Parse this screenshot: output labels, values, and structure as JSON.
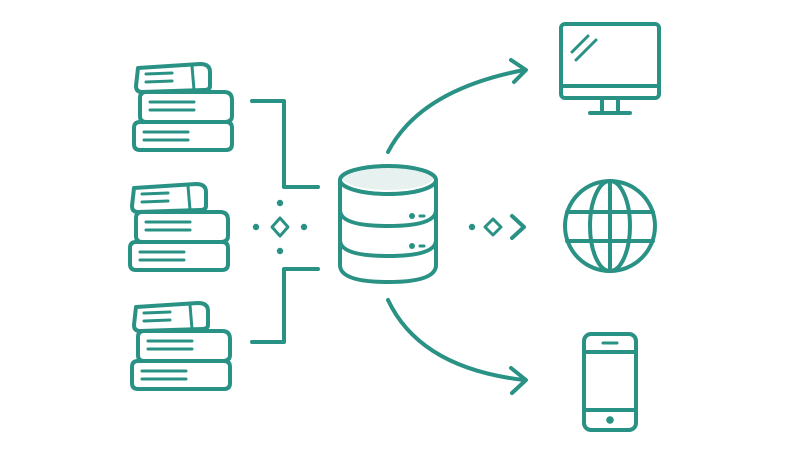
{
  "colors": {
    "accent": "#2a9285",
    "background": "#ffffff",
    "highlight": "#e7f1ef"
  },
  "sources": [
    {
      "icon": "book-stack-icon"
    },
    {
      "icon": "book-stack-icon"
    },
    {
      "icon": "book-stack-icon"
    }
  ],
  "hub": {
    "icon": "database-icon"
  },
  "targets": [
    {
      "icon": "desktop-monitor-icon"
    },
    {
      "icon": "globe-icon"
    },
    {
      "icon": "smartphone-icon"
    }
  ],
  "connectors": {
    "merge": "bracket-connector",
    "input_node": "diamond-node-icon",
    "output_node": "diamond-node-icon",
    "output_arrows": [
      "curved-arrow-up",
      "straight-arrow",
      "curved-arrow-down"
    ]
  }
}
